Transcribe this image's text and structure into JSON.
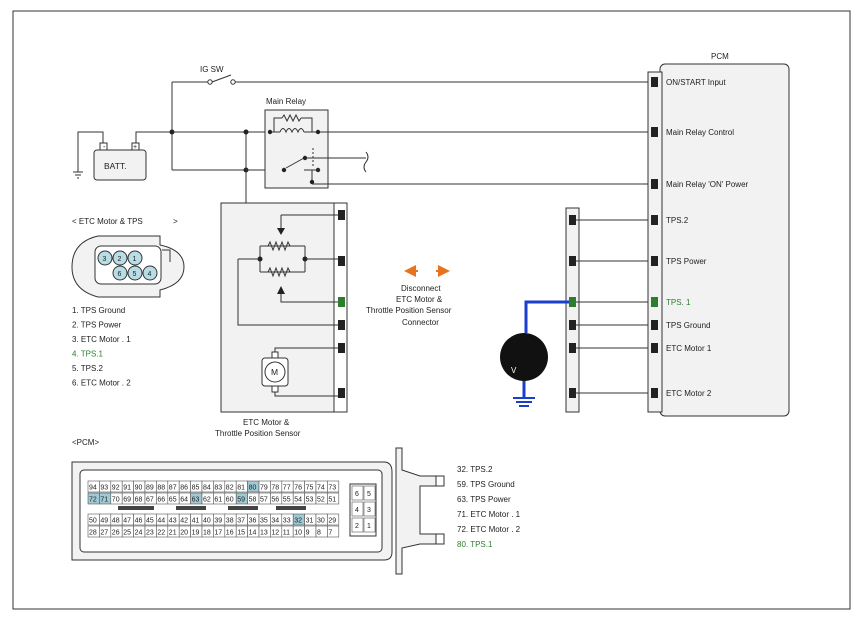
{
  "labels": {
    "pcm_title": "PCM",
    "ig_sw": "IG SW",
    "main_relay": "Main Relay",
    "batt": "BATT.",
    "etc_connector_title": "< ETC Motor & TPS",
    "etc_connector_title_end": ">",
    "etc_caption_1": "ETC Motor &",
    "etc_caption_2": "Throttle Position Sensor",
    "pcm_connector_title": "<PCM>",
    "motor": "M",
    "meter": "V",
    "disconnect_1": "Disconnect",
    "disconnect_2": "ETC Motor &",
    "disconnect_3": "Throttle Position Sensor",
    "disconnect_4": "Connector"
  },
  "pcm_pins": [
    "ON/START Input",
    "Main Relay Control",
    "Main Relay 'ON' Power",
    "TPS.2",
    "TPS Power",
    "TPS. 1",
    "TPS Ground",
    "ETC Motor 1",
    "ETC Motor 2"
  ],
  "etc_pin_list": [
    "1. TPS Ground",
    "2.   TPS Power",
    "3. ETC       Motor    . 1",
    "4. TPS.1",
    "5. TPS.2",
    "6. ETC       Motor    . 2"
  ],
  "etc_pin_numbers": [
    "3",
    "2",
    "1",
    "6",
    "5",
    "4"
  ],
  "pcm_pin_list": [
    "32. TPS.2",
    "59. TPS Ground",
    "63.    TPS Power",
    "71. ETC       Motor    . 1",
    "72. ETC       Motor    . 2",
    "80. TPS.1"
  ],
  "pcm_rows": [
    [
      "94",
      "93",
      "92",
      "91",
      "90",
      "89",
      "88",
      "87",
      "86",
      "85",
      "84",
      "83",
      "82",
      "81",
      "80",
      "79",
      "78",
      "77",
      "76",
      "75",
      "74",
      "73"
    ],
    [
      "72",
      "71",
      "70",
      "69",
      "68",
      "67",
      "66",
      "65",
      "64",
      "63",
      "62",
      "61",
      "60",
      "59",
      "58",
      "57",
      "56",
      "55",
      "54",
      "53",
      "52",
      "51"
    ],
    [
      "50",
      "49",
      "48",
      "47",
      "46",
      "45",
      "44",
      "43",
      "42",
      "41",
      "40",
      "39",
      "38",
      "37",
      "36",
      "35",
      "34",
      "33",
      "32",
      "31",
      "30",
      "29"
    ],
    [
      "28",
      "27",
      "26",
      "25",
      "24",
      "23",
      "22",
      "21",
      "20",
      "19",
      "18",
      "17",
      "16",
      "15",
      "14",
      "13",
      "12",
      "11",
      "10",
      "9",
      "8",
      "7"
    ]
  ],
  "pcm_highlighted_pins": [
    "80",
    "72",
    "71",
    "63",
    "59",
    "32"
  ],
  "pcm_small_pins": [
    "6",
    "5",
    "4",
    "3",
    "2",
    "1"
  ],
  "colors": {
    "highlight_green": "#2e7d2e",
    "meter_wire_blue": "#1a3fcc",
    "arrow_orange": "#e8731e",
    "connector_fill": "#b9dde6",
    "pin_highlight": "#9fc9d4",
    "body_gray": "#f2f2f2"
  }
}
